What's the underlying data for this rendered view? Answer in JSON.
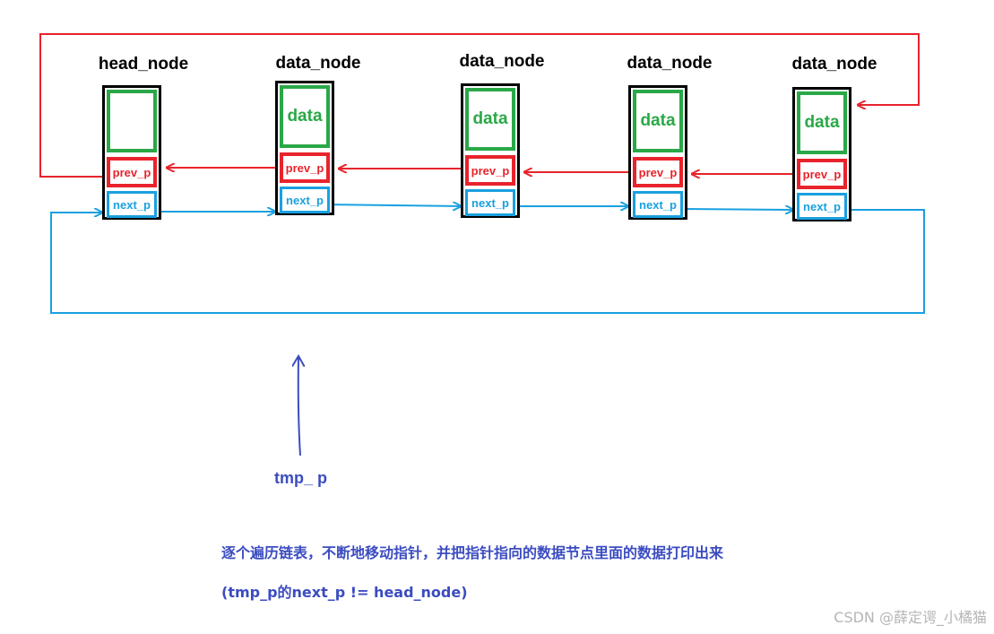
{
  "nodes": [
    {
      "title": "head_node",
      "data": "",
      "prev": "prev_p",
      "next": "next_p"
    },
    {
      "title": "data_node",
      "data": "data",
      "prev": "prev_p",
      "next": "next_p"
    },
    {
      "title": "data_node",
      "data": "data",
      "prev": "prev_p",
      "next": "next_p"
    },
    {
      "title": "data_node",
      "data": "data",
      "prev": "prev_p",
      "next": "next_p"
    },
    {
      "title": "data_node",
      "data": "data",
      "prev": "prev_p",
      "next": "next_p"
    }
  ],
  "pointer": {
    "label": "tmp_ p"
  },
  "captions": {
    "line1": "逐个遍历链表，不断地移动指针，并把指针指向的数据节点里面的数据打印出来",
    "line2": "(tmp_p的next_p != head_node)"
  },
  "watermark": "CSDN @薛定谔_小橘猫",
  "colors": {
    "data": "#2aa847",
    "prev": "#e8232c",
    "next": "#1aa0e0",
    "pointer": "#3b4cc0"
  }
}
